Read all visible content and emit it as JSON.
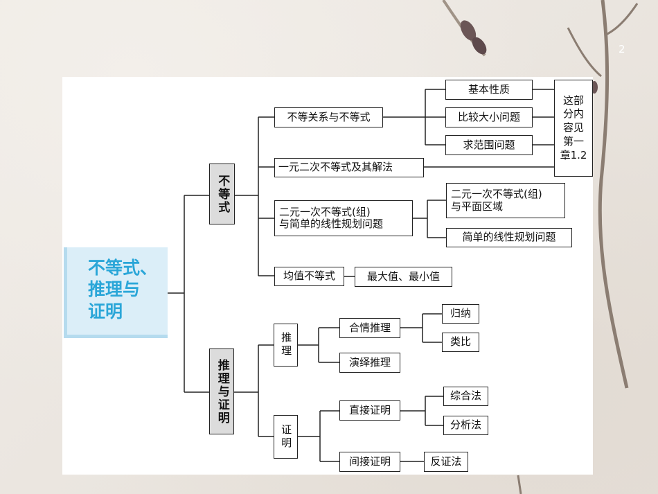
{
  "page_number": "2",
  "root": {
    "title": "不等式、\n推理与\n证明"
  },
  "inequality": {
    "label": "不等式",
    "relation": "不等关系与不等式",
    "basic_properties": "基本性质",
    "compare_size": "比较大小问题",
    "range_problems": "求范围问题",
    "note": "这部\n分内\n容见\n第一\n章1.2",
    "quadratic": "一元二次不等式及其解法",
    "linear_program": "二元一次不等式(组)\n与简单的线性规划问题",
    "linear_region": "二元一次不等式(组)\n与平面区域",
    "simple_linear": "简单的线性规划问题",
    "mean": "均值不等式",
    "max_min": "最大值、最小值"
  },
  "reasoning_proof": {
    "label": "推理与证明",
    "reasoning": "推理",
    "plausible": "合情推理",
    "induction": "归纳",
    "analogy": "类比",
    "deductive": "演绎推理",
    "proof": "证明",
    "direct": "直接证明",
    "synthesis": "综合法",
    "analysis": "分析法",
    "indirect": "间接证明",
    "contradiction": "反证法"
  }
}
